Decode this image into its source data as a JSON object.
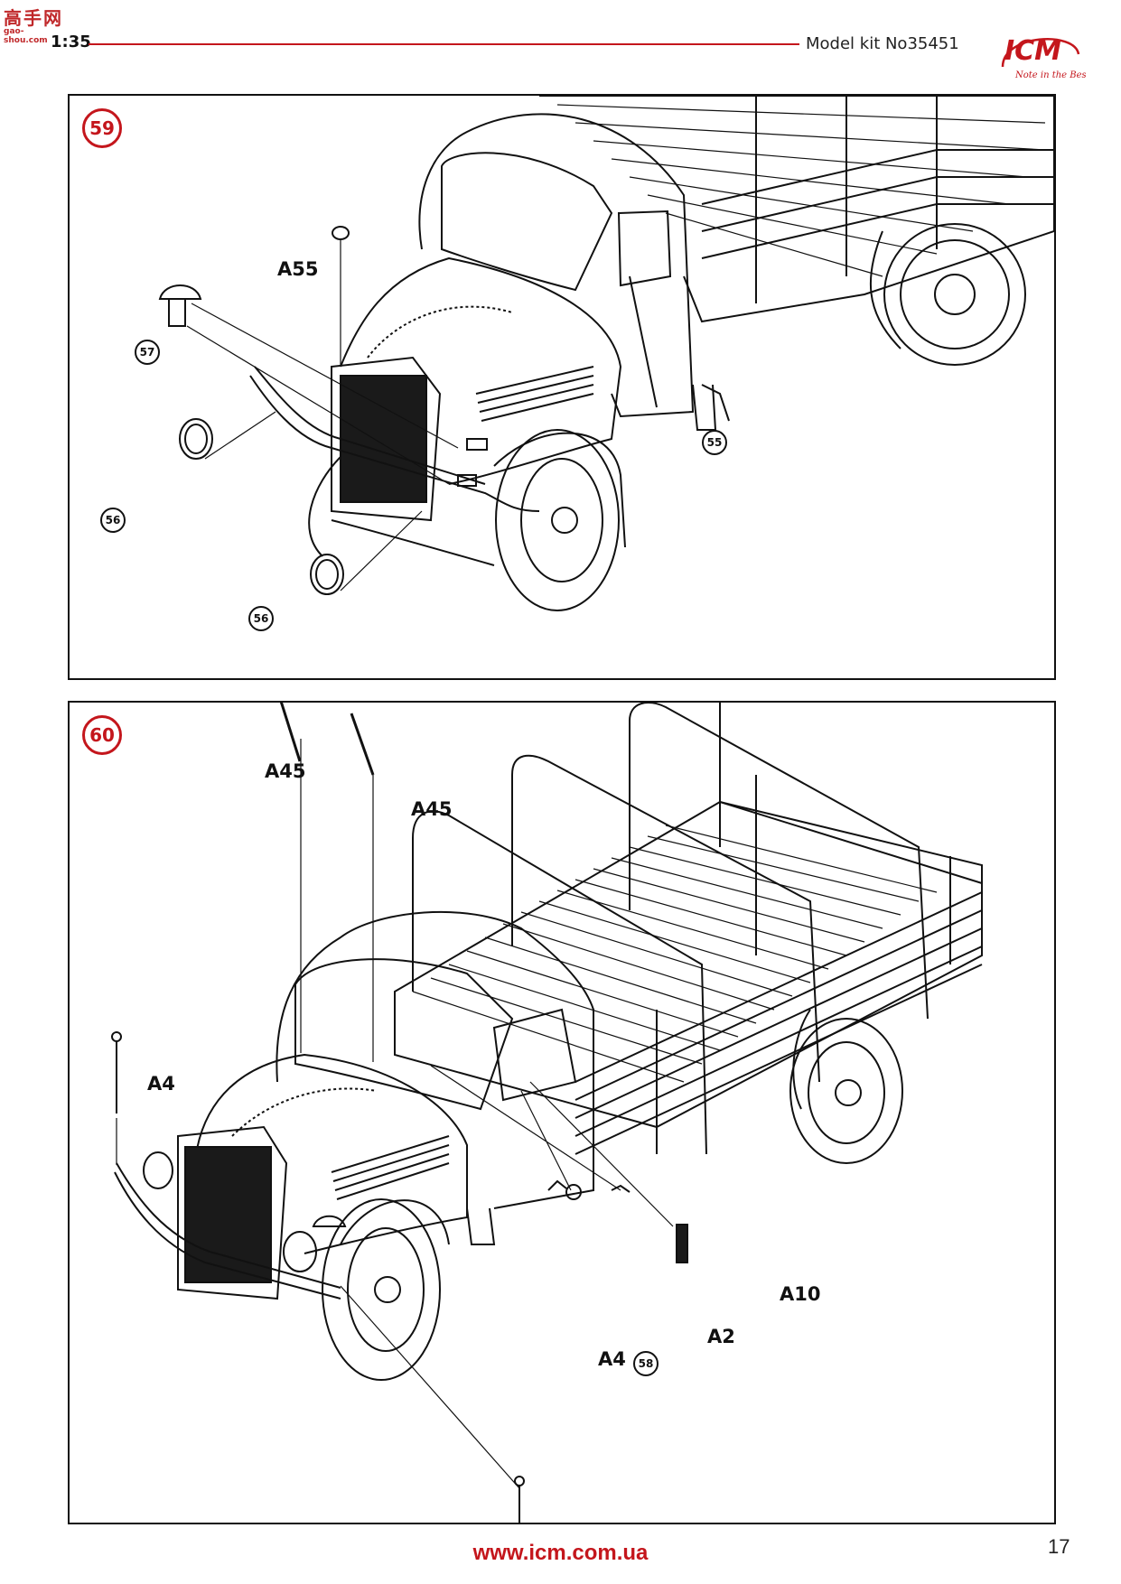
{
  "header": {
    "watermark": "高手网",
    "watermark_sub": "gao-shou.com",
    "scale": "1:35",
    "kit": "Model kit No35451",
    "logo_text": "ICM",
    "logo_tagline": "Note in the Best"
  },
  "step59": {
    "number": "59",
    "labels": {
      "a55": "A55",
      "c57": "57",
      "c56a": "56",
      "c56b": "56",
      "c55": "55"
    }
  },
  "step60": {
    "number": "60",
    "labels": {
      "a45a": "A45",
      "a45b": "A45",
      "a4a": "A4",
      "a4b": "A4",
      "a10": "A10",
      "a2": "A2",
      "c58": "58"
    }
  },
  "footer": {
    "url": "www.icm.com.ua",
    "page": "17"
  },
  "colors": {
    "accent": "#c4161c",
    "line": "#111111"
  }
}
